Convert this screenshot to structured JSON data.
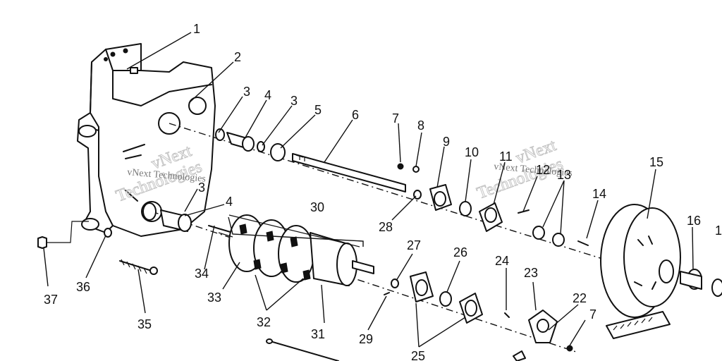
{
  "diagram": {
    "callouts": [
      "1",
      "2",
      "3",
      "4",
      "3",
      "5",
      "6",
      "7",
      "8",
      "9",
      "10",
      "11",
      "12",
      "13",
      "14",
      "15",
      "16",
      "1",
      "3",
      "4",
      "30",
      "28",
      "27",
      "26",
      "24",
      "23",
      "22",
      "7",
      "37",
      "36",
      "35",
      "34",
      "33",
      "32",
      "31",
      "29",
      "25"
    ]
  },
  "watermark": {
    "line1": "vNext",
    "line2": "Technologies",
    "small": "vNext Technologies"
  }
}
